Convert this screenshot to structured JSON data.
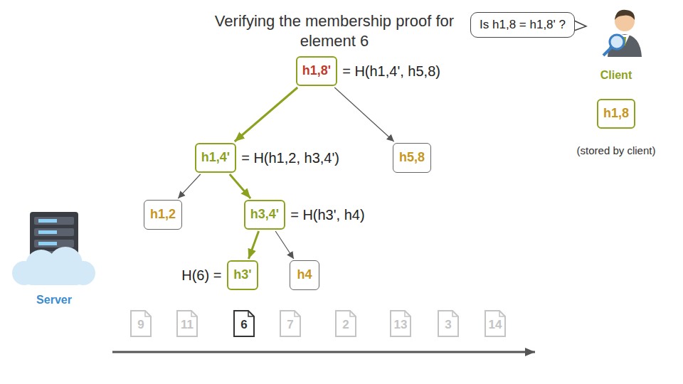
{
  "diagram": {
    "title": "Verifying the membership proof for element 6",
    "nodes": [
      {
        "text": [
          "Is h1,8 = h1,8' ?"
        ]
      },
      {
        "text": [
          "h1,8'"
        ]
      },
      {
        "text": [
          "h1,8"
        ]
      },
      {
        "text": [
          "h1,4'"
        ]
      },
      {
        "text": [
          "h5,8"
        ]
      },
      {
        "text": [
          "h1,2"
        ]
      },
      {
        "text": [
          "h3,4'"
        ]
      },
      {
        "text": [
          "h3'"
        ]
      },
      {
        "text": [
          "h4"
        ]
      },
      {
        "text": [
          "9"
        ]
      },
      {
        "text": [
          "11"
        ]
      },
      {
        "text": [
          "6"
        ]
      },
      {
        "text": [
          "7"
        ]
      },
      {
        "text": [
          "2"
        ]
      },
      {
        "text": [
          "13"
        ]
      },
      {
        "text": [
          "3"
        ]
      },
      {
        "text": [
          "14"
        ]
      }
    ],
    "edges": [
      {
        "from": 1,
        "to": 3,
        "arrow": "to"
      },
      {
        "from": 1,
        "to": 4,
        "arrow": "to"
      },
      {
        "from": 3,
        "to": 5,
        "arrow": "to"
      },
      {
        "from": 3,
        "to": 6,
        "arrow": "to"
      },
      {
        "from": 6,
        "to": 7,
        "arrow": "to"
      },
      {
        "from": 6,
        "to": 8,
        "arrow": "to"
      }
    ],
    "labels": [
      "= H(h1,4', h5,8)",
      "= H(h1,2, h3,4')",
      "= H(h3', h4)",
      "H(6) =",
      "Client",
      "(stored by client)",
      "Server"
    ]
  }
}
